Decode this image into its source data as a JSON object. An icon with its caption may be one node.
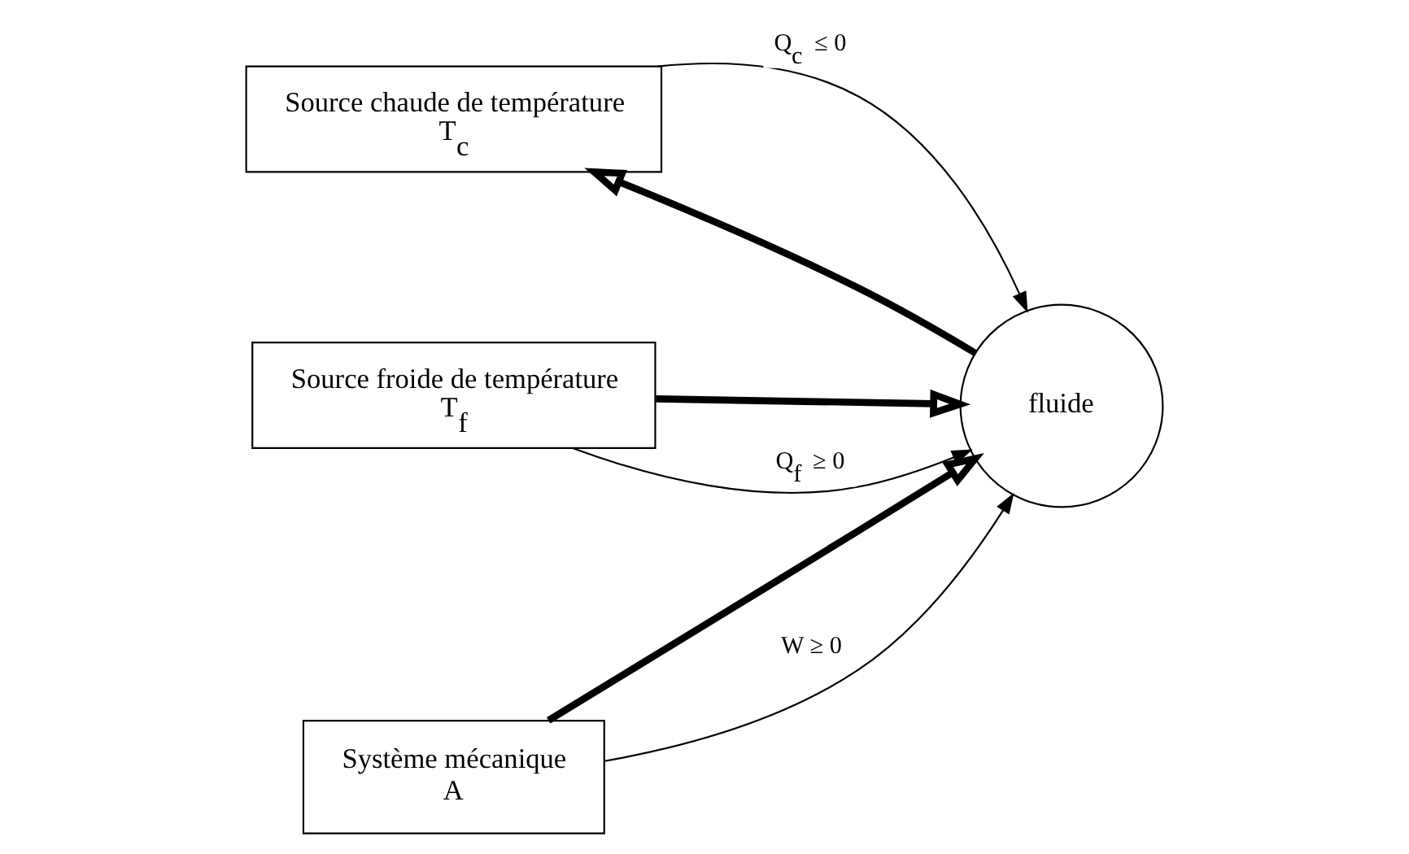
{
  "diagram": {
    "nodes": [
      {
        "text": [
          "Source chaude de température",
          "T$_{c}$"
        ]
      },
      {
        "text": [
          "Source froide de température",
          "T$_{f}$"
        ]
      },
      {
        "text": [
          "fluide"
        ]
      },
      {
        "text": [
          "Système mécanique",
          "A"
        ]
      }
    ],
    "edges": [
      {
        "from": 0,
        "to": 2,
        "arrow": "to",
        "label": "Q$_{c}$ ≤ 0"
      },
      {
        "from": 2,
        "to": 0,
        "arrow": "to",
        "style": "thick"
      },
      {
        "from": 1,
        "to": 2,
        "arrow": "to",
        "style": "thick"
      },
      {
        "from": 1,
        "to": 2,
        "arrow": "to",
        "label": "Q$_{f}$ ≥ 0"
      },
      {
        "from": 3,
        "to": 2,
        "arrow": "to",
        "style": "thick"
      },
      {
        "from": 3,
        "to": 2,
        "arrow": "to",
        "label": "W ≥ 0"
      }
    ]
  }
}
